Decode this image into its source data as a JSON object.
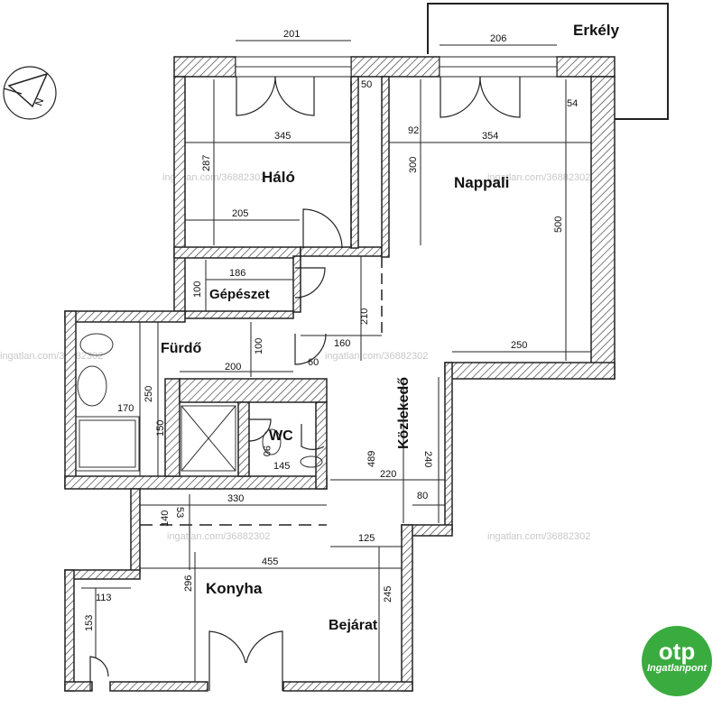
{
  "rooms": {
    "halo": "Háló",
    "nappali": "Nappali",
    "erkely": "Erkély",
    "gepeszet": "Gépészet",
    "furdo": "Fürdő",
    "wc": "WC",
    "kozlekedo": "Közlekedő",
    "konyha": "Konyha",
    "bejarat": "Bejárat"
  },
  "dimensions": {
    "d201": "201",
    "d206": "206",
    "d50": "50",
    "d54": "54",
    "d92": "92",
    "d345": "345",
    "d354": "354",
    "d287": "287",
    "d300": "300",
    "d205": "205",
    "d500": "500",
    "d186": "186",
    "d100a": "100",
    "d210": "210",
    "d160": "160",
    "d250a": "250",
    "d100b": "100",
    "d200": "200",
    "d60": "60",
    "d170": "170",
    "d250b": "250",
    "d150": "150",
    "d90": "90",
    "d145": "145",
    "d240": "240",
    "d489": "489",
    "d220": "220",
    "d80": "80",
    "d330": "330",
    "d53": "53",
    "d140": "140",
    "d125": "125",
    "d455": "455",
    "d113": "113",
    "d296": "296",
    "d245": "245",
    "d153": "153"
  },
  "watermark": "ingatlan.com/36882302",
  "logo": {
    "brand": "otp",
    "sub": "Ingatlanpont"
  },
  "compass": {
    "label": "N"
  },
  "colors": {
    "logo_green": "#3aab3f",
    "wall": "#222222"
  }
}
